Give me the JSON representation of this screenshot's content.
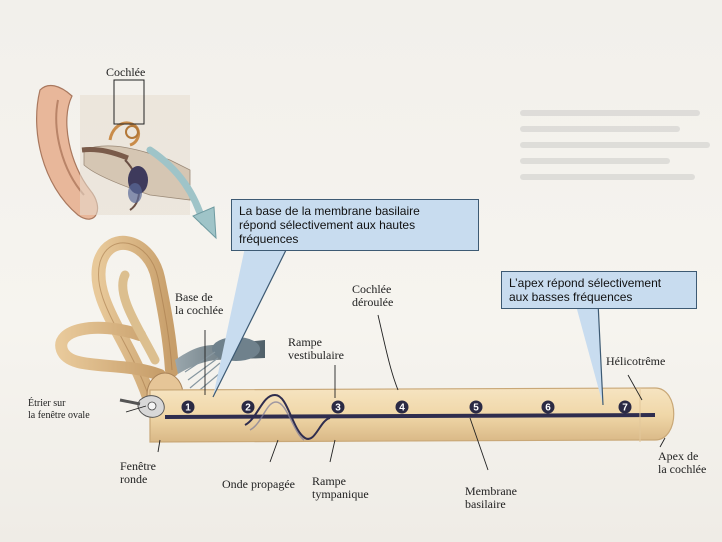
{
  "labels": {
    "cochlee": "Cochlée",
    "base_cochlee": "Base de\nla cochlée",
    "cochlee_deroulee": "Cochlée\ndéroulée",
    "rampe_vestibulaire": "Rampe\nvestibulaire",
    "helicotreme": "Hélicotrême",
    "etrier": "Étrier sur\nla fenêtre ovale",
    "fenetre_ronde": "Fenêtre\nronde",
    "onde_propagee": "Onde propagée",
    "rampe_tympanique": "Rampe\ntympanique",
    "membrane_basilaire": "Membrane\nbasilaire",
    "apex_cochlee": "Apex de\nla cochlée"
  },
  "callouts": {
    "base": "La base de la membrane basilaire\nrépond sélectivement aux hautes\nfréquences",
    "apex": "L’apex répond sélectivement\naux basses fréquences"
  },
  "positions": [
    "1",
    "2",
    "3",
    "4",
    "5",
    "6",
    "7"
  ],
  "colors": {
    "tube": "#f0d7a8",
    "tube_edge": "#c9a877",
    "membrane": "#2f2d4e",
    "marker": "#2b2a44",
    "callout_bg": "#c8dcef",
    "arrow": "#9fc4c8"
  }
}
